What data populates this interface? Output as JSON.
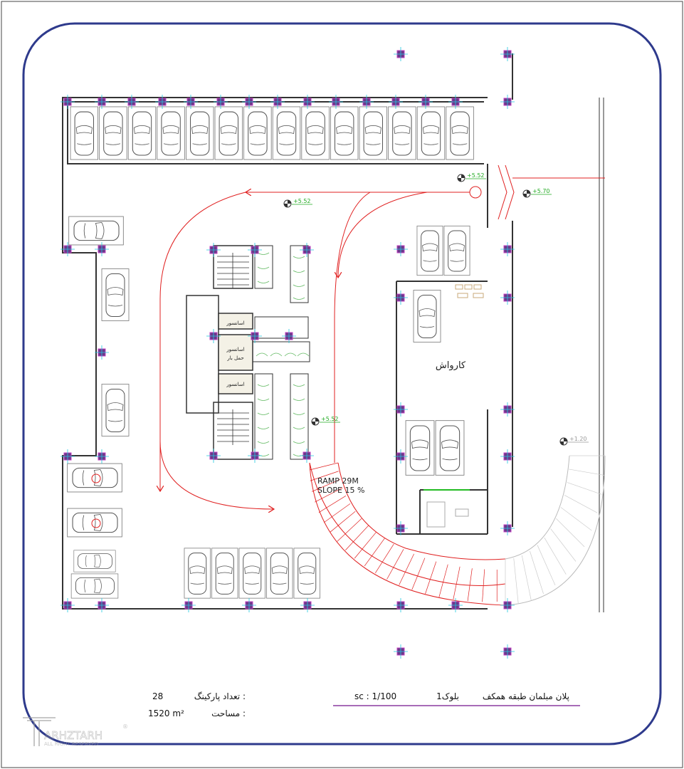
{
  "drawing": {
    "labels": {
      "elevator1": "اسانسور",
      "elevator2": "اسانسور",
      "freight_elevator_line1": "اسانسور",
      "freight_elevator_line2": "حمل بار",
      "carwash": "کارواش",
      "ramp_length": "RAMP 29M",
      "ramp_slope": "SLOPE 15 %"
    },
    "elevations": {
      "e1": "+5.52",
      "e2": "+5.52",
      "e3": "+5.52",
      "e4": "+5.70",
      "e5": "+1.20"
    },
    "parking_groups": {
      "top_row": 14,
      "bottom_row": 5
    }
  },
  "title_block": {
    "plan_title": "پلان مبلمان طبقه همکف",
    "block": "بلوک1",
    "scale": "sc : 1/100",
    "parking_count_label": "تعداد پارکینگ :",
    "parking_count_value": "28",
    "area_label": "مساحت :",
    "area_value": "1520 m²"
  },
  "logo": {
    "name": "ARHZTARH",
    "tagline": "ALL RIGHT RESERVED"
  },
  "colors": {
    "frame": "#2e3a8c",
    "wall": "#333333",
    "ramp": "#e02020",
    "elevation": "#22bb22",
    "column": "#8a3aa0",
    "title_underline": "#8a3aa0"
  }
}
